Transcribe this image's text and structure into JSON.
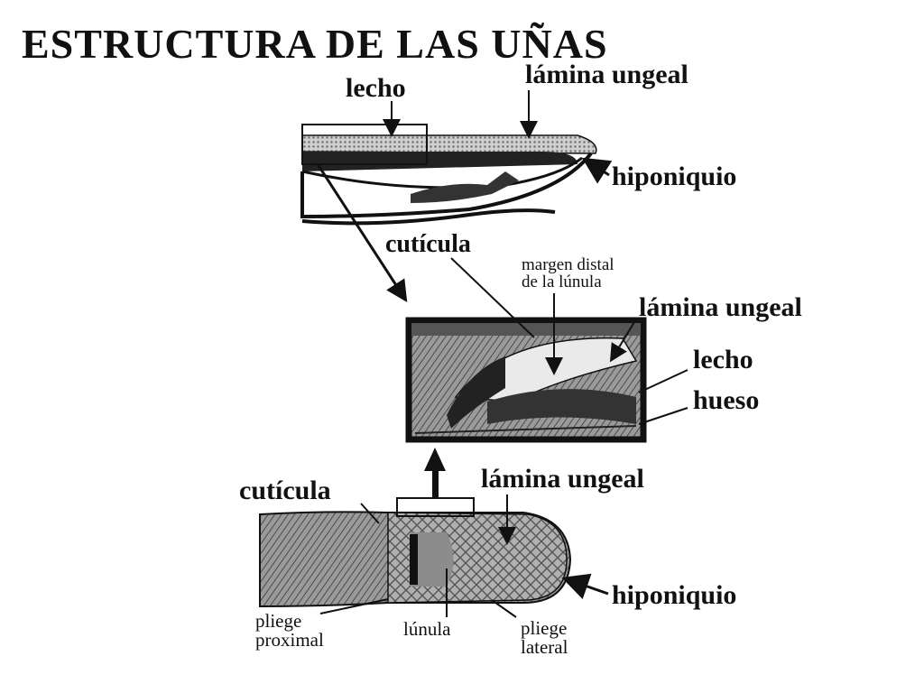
{
  "title": "ESTRUCTURA DE LAS UÑAS",
  "top_view": {
    "lecho": "lecho",
    "lamina_ungeal": "lámina ungeal",
    "hiponiquio": "hiponiquio"
  },
  "middle_view": {
    "cuticula": "cutícula",
    "margen_line1": "margen distal",
    "margen_line2": "de la lúnula",
    "lamina_ungeal": "lámina ungeal",
    "lecho": "lecho",
    "hueso": "hueso"
  },
  "bottom_view": {
    "cuticula": "cutícula",
    "lamina_ungeal": "lámina ungeal",
    "hiponiquio": "hiponiquio",
    "pliege_proximal_1": "pliege",
    "pliege_proximal_2": "proximal",
    "lunula": "lúnula",
    "pliege_lateral_1": "pliege",
    "pliege_lateral_2": "lateral"
  },
  "colors": {
    "ink": "#111111",
    "fill_gray": "#8a8a8a",
    "fill_dark": "#3a3a3a",
    "background": "#ffffff"
  }
}
